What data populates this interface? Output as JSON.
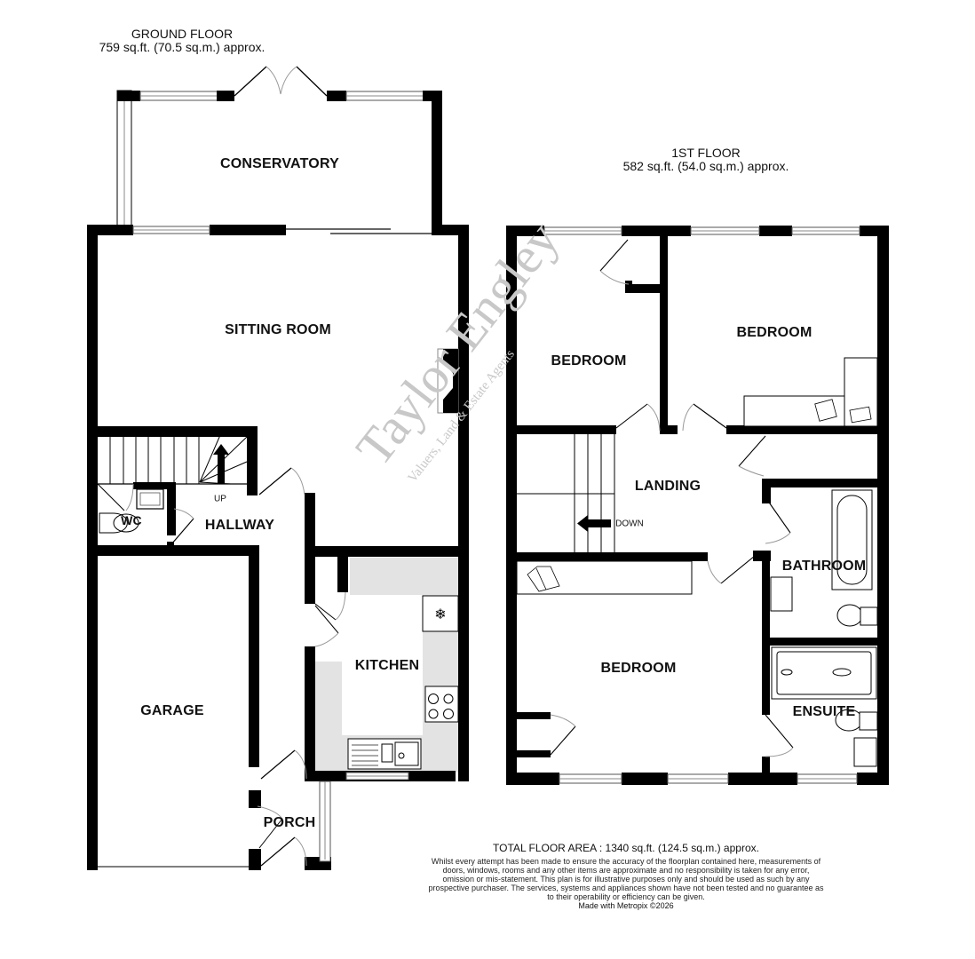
{
  "ground_floor": {
    "title": "GROUND FLOOR",
    "area": "759 sq.ft. (70.5 sq.m.) approx.",
    "rooms": {
      "conservatory": "CONSERVATORY",
      "sitting_room": "SITTING ROOM",
      "wc": "WC",
      "hallway": "HALLWAY",
      "kitchen": "KITCHEN",
      "garage": "GARAGE",
      "porch": "PORCH"
    },
    "stairs_label": "UP"
  },
  "first_floor": {
    "title": "1ST FLOOR",
    "area": "582 sq.ft. (54.0 sq.m.) approx.",
    "rooms": {
      "bedroom_small": "BEDROOM",
      "bedroom_rear": "BEDROOM",
      "landing": "LANDING",
      "bathroom": "BATHROOM",
      "bedroom_main": "BEDROOM",
      "ensuite": "ENSUITE"
    },
    "stairs_label": "DOWN"
  },
  "footer": {
    "total_area": "TOTAL FLOOR AREA : 1340 sq.ft. (124.5 sq.m.) approx.",
    "disclaimer": "Whilst every attempt has been made to ensure the accuracy of the floorplan contained here, measurements of doors, windows, rooms and any other items are approximate and no responsibility is taken for any error, omission or mis-statement. This plan is for illustrative purposes only and should be used as such by any prospective purchaser. The services, systems and appliances shown have not been tested and no guarantee as to their operability or efficiency can be given.",
    "credit": "Made with Metropix ©2026"
  },
  "watermark": {
    "brand": "Taylor Engley",
    "tagline": "Valuers, Land & Estate Agents"
  },
  "colors": {
    "wall": "#000000",
    "kitchen_counter": "#e3e3e3",
    "watermark": "#c8c8c8",
    "window_line": "#888888"
  }
}
